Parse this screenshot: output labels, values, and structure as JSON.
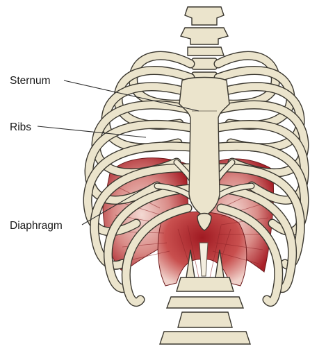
{
  "labels": {
    "sternum": "Sternum",
    "ribs": "Ribs",
    "diaphragm": "Diaphragm"
  },
  "colors": {
    "bone": "#ebe4cc",
    "outline": "#3a372f",
    "muscle": "#b0282c",
    "muscle_light": "#e6b3ac",
    "background": "#ffffff"
  }
}
